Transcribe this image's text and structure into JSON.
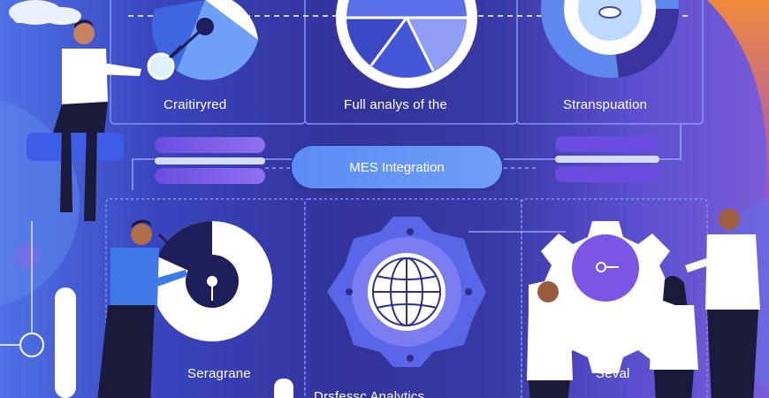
{
  "panels": {
    "top_left_label": "Craitiryred",
    "top_center_label": "Full analys of the",
    "top_right_label": "Stranspuation",
    "bottom_left_label": "Seragrane",
    "bottom_center_label": "Drsfessc Analytics",
    "bottom_right_label": "Seval"
  },
  "center_pill": {
    "label": "MES Integration"
  },
  "colors": {
    "background": "#3a3aa8",
    "accent_blue": "#5a8cf5",
    "accent_purple": "#7b55e6",
    "accent_orange": "#e07a3a",
    "panel_line": "#8fa3ff"
  },
  "icons": [
    "magnifier-icon",
    "pie-chart-icon",
    "donut-chart-icon",
    "globe-icon",
    "gear-icon",
    "key-icon",
    "cloud-icon"
  ]
}
